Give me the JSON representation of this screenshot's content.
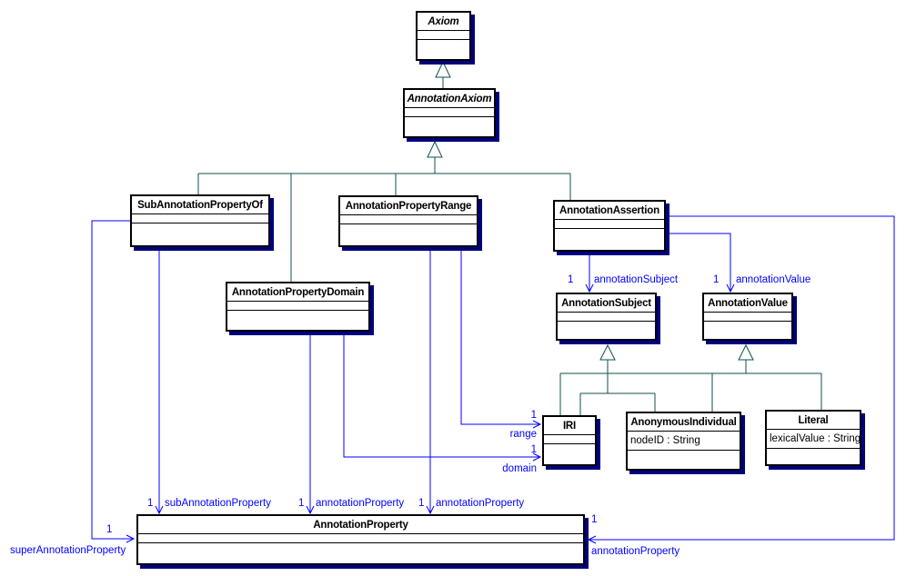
{
  "classes": {
    "axiom": {
      "name": "Axiom"
    },
    "annotationAxiom": {
      "name": "AnnotationAxiom"
    },
    "subAnnotationPropertyOf": {
      "name": "SubAnnotationPropertyOf"
    },
    "annotationPropertyRange": {
      "name": "AnnotationPropertyRange"
    },
    "annotationPropertyDomain": {
      "name": "AnnotationPropertyDomain"
    },
    "annotationAssertion": {
      "name": "AnnotationAssertion"
    },
    "annotationSubject": {
      "name": "AnnotationSubject"
    },
    "annotationValue": {
      "name": "AnnotationValue"
    },
    "iri": {
      "name": "IRI"
    },
    "anonymousIndividual": {
      "name": "AnonymousIndividual",
      "attribute": "nodeID : String"
    },
    "literal": {
      "name": "Literal",
      "attribute": "lexicalValue : String"
    },
    "annotationProperty": {
      "name": "AnnotationProperty"
    }
  },
  "associations": {
    "subAnnotationProperty": {
      "multiplicity": "1",
      "role": "subAnnotationProperty"
    },
    "domainAnnotationProperty": {
      "multiplicity": "1",
      "role": "annotationProperty"
    },
    "rangeAnnotationProperty": {
      "multiplicity": "1",
      "role": "annotationProperty"
    },
    "annotationSubject": {
      "multiplicity": "1",
      "role": "annotationSubject"
    },
    "annotationValue": {
      "multiplicity": "1",
      "role": "annotationValue"
    },
    "range": {
      "multiplicity": "1",
      "role": "range"
    },
    "domain": {
      "multiplicity": "1",
      "role": "domain"
    },
    "superAnnotationProperty": {
      "multiplicity": "1",
      "role": "superAnnotationProperty"
    },
    "assertionAnnotationProperty": {
      "multiplicity": "1",
      "role": "annotationProperty"
    }
  },
  "colors": {
    "association": "#0000ff",
    "generalization": "#0d4f4f",
    "shadow": "#000080",
    "border": "#000000"
  }
}
